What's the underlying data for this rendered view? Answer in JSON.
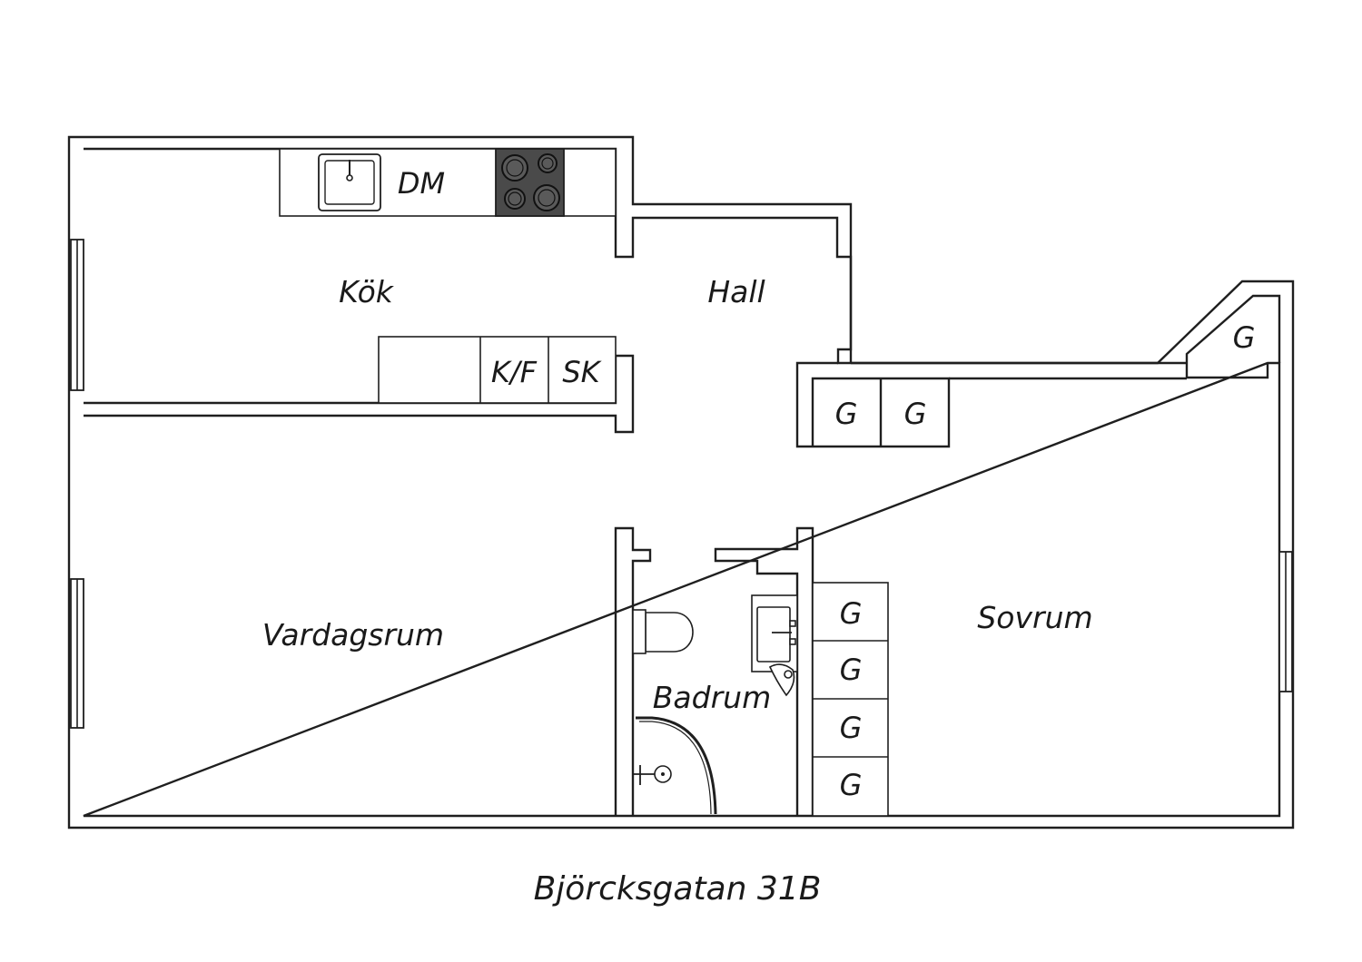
{
  "rooms": {
    "kok": "Kök",
    "hall": "Hall",
    "vardagsrum": "Vardagsrum",
    "badrum": "Badrum",
    "sovrum": "Sovrum"
  },
  "fixtures": {
    "dishwasher": "DM",
    "fridge_freezer": "K/F",
    "cabinet": "SK",
    "wardrobe": "G"
  },
  "caption": "Björcksgatan 31B",
  "colors": {
    "line": "#1f1f1f",
    "stove": "#4a4a4a",
    "background": "#ffffff"
  }
}
